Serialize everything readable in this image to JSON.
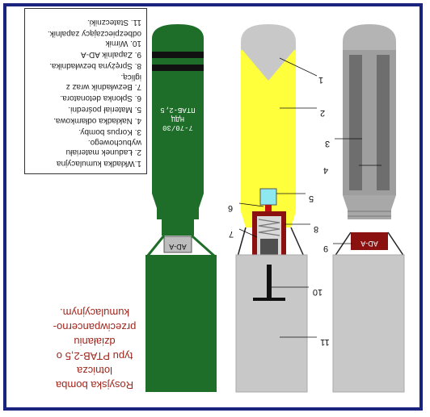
{
  "legend": {
    "items": [
      "1.Wkładka kumulacyjna",
      "2. Ładunek materiału",
      "wybuchowego.",
      "3. Korpus bomby.",
      "4. Nakładka odłamkowa.",
      "5. Materiał pośredni.",
      "6. Spłonka detonatora.",
      "7. Bezwładnik wraz z",
      "iglicą.",
      "8. Sprężyna bezwładnika.",
      "9. Zapalnik AD-A",
      "10. Wirnik",
      "odbezpieczający zapalnik.",
      "11. Stateczniki."
    ]
  },
  "title": {
    "lines": [
      "Rosyjska bomba",
      "lotnicza",
      "typu PTAB-2,5 o",
      "działaniu",
      "przeciwpancerno-",
      "kumulacyjnym."
    ]
  },
  "green_bomb": {
    "marking_lines": [
      "ПТАБ-2,5",
      "НДЦ",
      "7-70/30"
    ],
    "fuze_label": "AD-A"
  },
  "section_bomb": {
    "callouts": [
      "1",
      "2",
      "5",
      "6",
      "7",
      "8",
      "10",
      "11"
    ]
  },
  "grey_bomb": {
    "callouts": [
      "3",
      "4",
      "9"
    ],
    "fuze_label": "AD-A"
  },
  "colors": {
    "frame": "#1a237e",
    "green": "#1e6e2a",
    "yellow": "#ffff3c",
    "grey_light": "#c8c8c8",
    "grey_dark": "#6e6e6e",
    "fuze_red": "#8b1010",
    "title_red": "#a0281e"
  }
}
